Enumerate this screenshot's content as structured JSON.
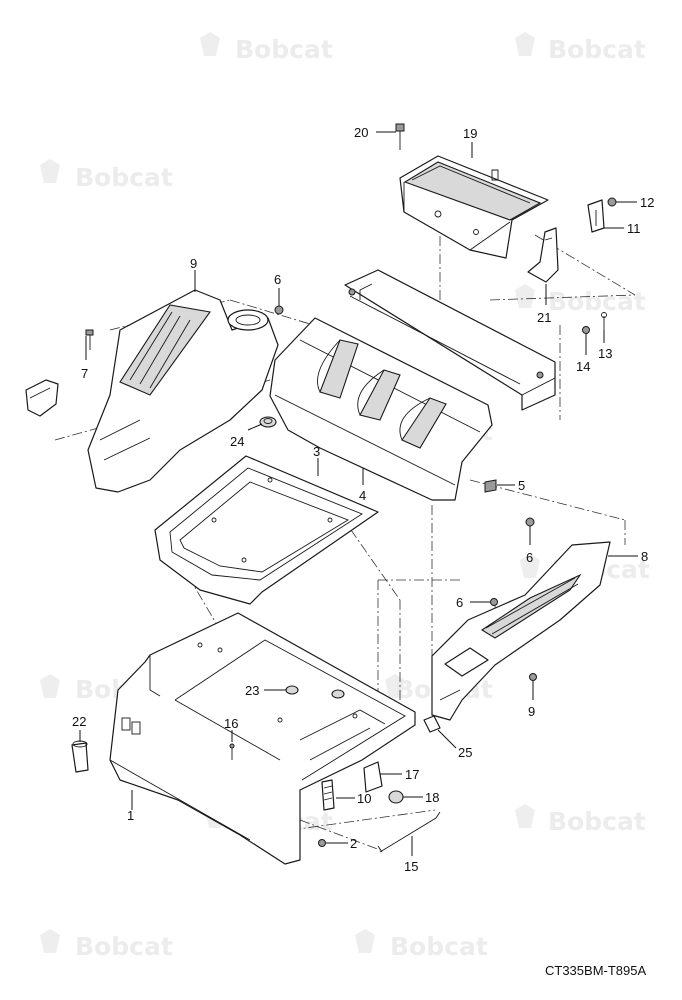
{
  "watermark": {
    "brand": "Bobcat"
  },
  "drawing_code": "CT335BM-T895A",
  "callouts": [
    {
      "id": "1",
      "label": "1"
    },
    {
      "id": "2",
      "label": "2"
    },
    {
      "id": "3",
      "label": "3"
    },
    {
      "id": "4",
      "label": "4"
    },
    {
      "id": "5",
      "label": "5"
    },
    {
      "id": "6a",
      "label": "6"
    },
    {
      "id": "6b",
      "label": "6"
    },
    {
      "id": "6c",
      "label": "6"
    },
    {
      "id": "7",
      "label": "7"
    },
    {
      "id": "8",
      "label": "8"
    },
    {
      "id": "9a",
      "label": "9"
    },
    {
      "id": "9b",
      "label": "9"
    },
    {
      "id": "10",
      "label": "10"
    },
    {
      "id": "11",
      "label": "11"
    },
    {
      "id": "12",
      "label": "12"
    },
    {
      "id": "13",
      "label": "13"
    },
    {
      "id": "14",
      "label": "14"
    },
    {
      "id": "15",
      "label": "15"
    },
    {
      "id": "16",
      "label": "16"
    },
    {
      "id": "17",
      "label": "17"
    },
    {
      "id": "18",
      "label": "18"
    },
    {
      "id": "19",
      "label": "19"
    },
    {
      "id": "20",
      "label": "20"
    },
    {
      "id": "21",
      "label": "21"
    },
    {
      "id": "22",
      "label": "22"
    },
    {
      "id": "23",
      "label": "23"
    },
    {
      "id": "24",
      "label": "24"
    },
    {
      "id": "25",
      "label": "25"
    }
  ]
}
